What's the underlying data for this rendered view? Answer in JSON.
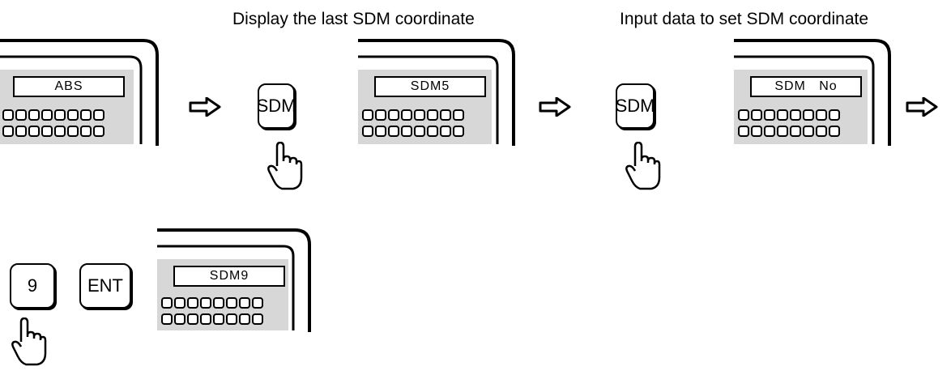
{
  "captions": {
    "display_last": "Display the last SDM coordinate",
    "input_data": "Input data to set SDM coordinate"
  },
  "displays": {
    "d1": "ABS",
    "d2": "SDM5",
    "d3": "SDM   No",
    "d4": "SDM9"
  },
  "buttons": {
    "sdm1": "SDM",
    "sdm2": "SDM",
    "nine": "9",
    "ent": "ENT"
  },
  "icons": {
    "arrow": "right-arrow-icon",
    "hand": "pointing-hand-icon"
  }
}
